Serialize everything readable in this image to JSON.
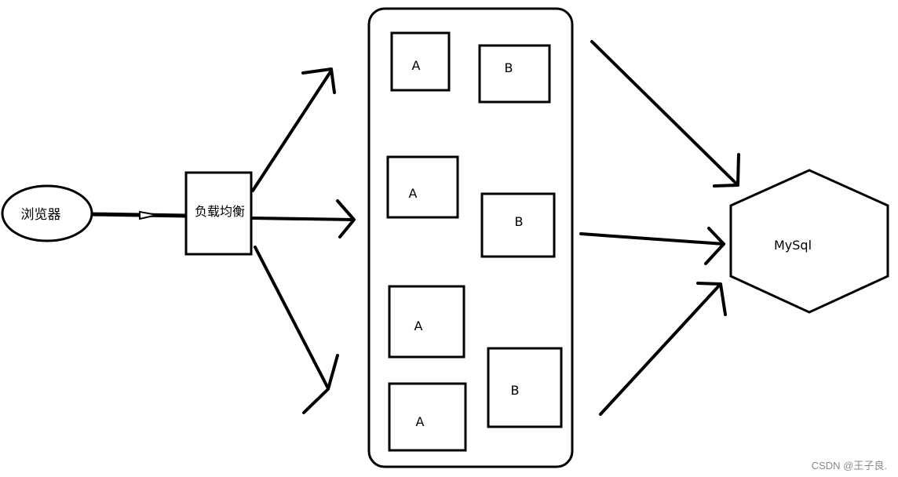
{
  "nodes": {
    "browser": "浏览器",
    "load_balancer": "负载均衡",
    "database": "MySql",
    "servers": [
      "A",
      "B",
      "A",
      "B",
      "A",
      "A",
      "B"
    ]
  },
  "watermark": "CSDN @王子良."
}
